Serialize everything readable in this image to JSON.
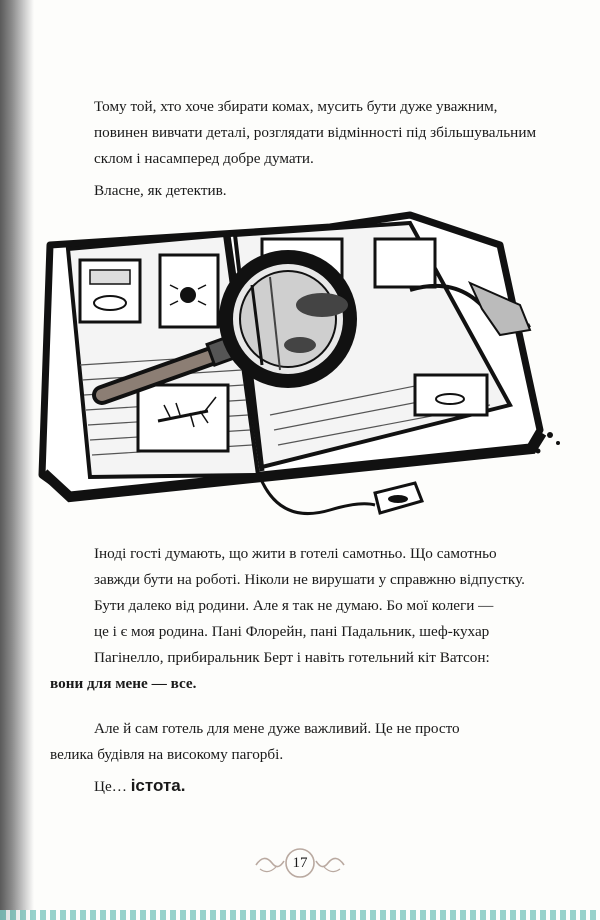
{
  "paragraphs": {
    "p1": [
      "Тому той, хто хоче збирати комах, мусить бути дуже уважним,",
      "повинен вивчати деталі, розглядати відмінності під збільшувальним",
      "склом і насамперед добре думати."
    ],
    "p2": "Власне, як детектив.",
    "p3": [
      "Іноді гості думають, що жити в готелі самотньо. Що самотньо",
      "завжди бути на роботі. Ніколи не вирушати у справжню відпустку.",
      "Бути далеко від родини. Але я так не думаю. Бо мої колеги —",
      "це і є моя родина. Пані Флорейн, пані Падальник, шеф-кухар",
      "Пагінелло, прибиральник Берт і навіть готельний кіт Ватсон:"
    ],
    "p3_bold": "вони для мене — все.",
    "p4": [
      "Але й сам готель для мене дуже важливий. Це не просто",
      "велика будівля на високому пагорбі."
    ],
    "p5_start": "Це…",
    "p5_bold": "істота."
  },
  "page_number": "17",
  "colors": {
    "ink": "#1a1a1a",
    "paper": "#fdfdfb",
    "ornament": "#b9a9a0"
  }
}
